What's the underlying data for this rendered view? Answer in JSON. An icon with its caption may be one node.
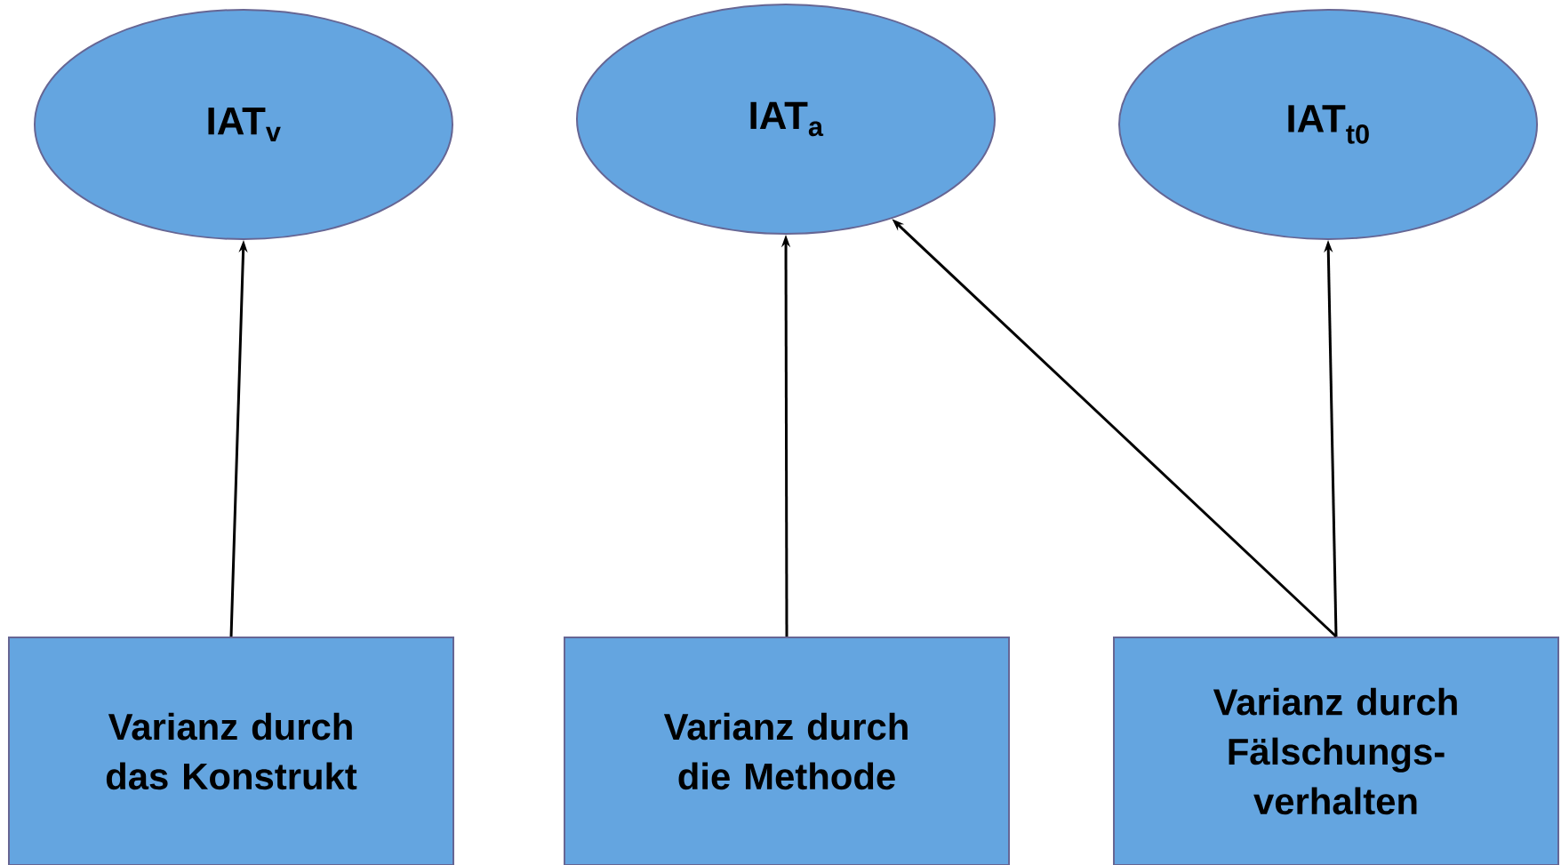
{
  "diagram": {
    "nodes": [
      {
        "text": [
          "IAT$_{v}$"
        ]
      },
      {
        "text": [
          "IAT$_{a}$"
        ]
      },
      {
        "text": [
          "IAT$_{t0}$"
        ]
      },
      {
        "text": [
          "Varianz durch das Konstrukt"
        ]
      },
      {
        "text": [
          "Varianz durch die Methode"
        ]
      },
      {
        "text": [
          "Varianz durch Fälschungs- verhalten"
        ]
      }
    ],
    "edges": [
      {
        "from": 3,
        "to": 0,
        "arrow": "to"
      },
      {
        "from": 4,
        "to": 1,
        "arrow": "to"
      },
      {
        "from": 5,
        "to": 1,
        "arrow": "to"
      },
      {
        "from": 5,
        "to": 2,
        "arrow": "to"
      }
    ]
  }
}
